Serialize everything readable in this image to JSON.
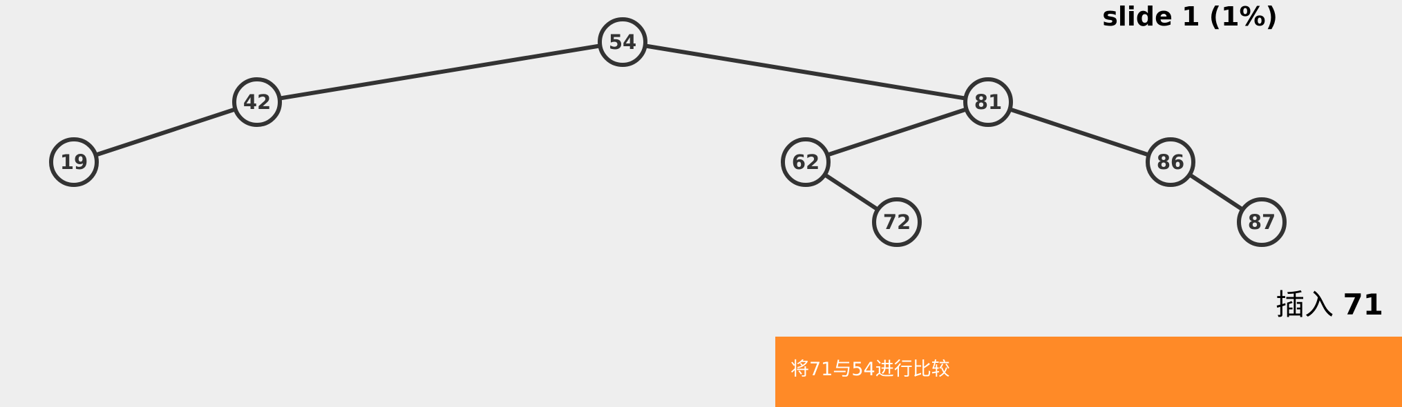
{
  "status": {
    "slide_text": "slide 1 (1%)"
  },
  "operation": {
    "verb": "插入",
    "value": "71"
  },
  "message": {
    "text": "将71与54进行比较"
  },
  "colors": {
    "background": "#eeeeee",
    "node_stroke": "#333333",
    "panel": "#ff8a27",
    "panel_text": "#ffffff"
  },
  "tree": {
    "nodes": [
      {
        "id": "n54",
        "label": "54"
      },
      {
        "id": "n42",
        "label": "42"
      },
      {
        "id": "n81",
        "label": "81"
      },
      {
        "id": "n19",
        "label": "19"
      },
      {
        "id": "n62",
        "label": "62"
      },
      {
        "id": "n86",
        "label": "86"
      },
      {
        "id": "n72",
        "label": "72"
      },
      {
        "id": "n87",
        "label": "87"
      }
    ],
    "edges": [
      {
        "from": "n54",
        "to": "n42"
      },
      {
        "from": "n54",
        "to": "n81"
      },
      {
        "from": "n42",
        "to": "n19"
      },
      {
        "from": "n81",
        "to": "n62"
      },
      {
        "from": "n81",
        "to": "n86"
      },
      {
        "from": "n62",
        "to": "n72"
      },
      {
        "from": "n86",
        "to": "n87"
      }
    ]
  }
}
